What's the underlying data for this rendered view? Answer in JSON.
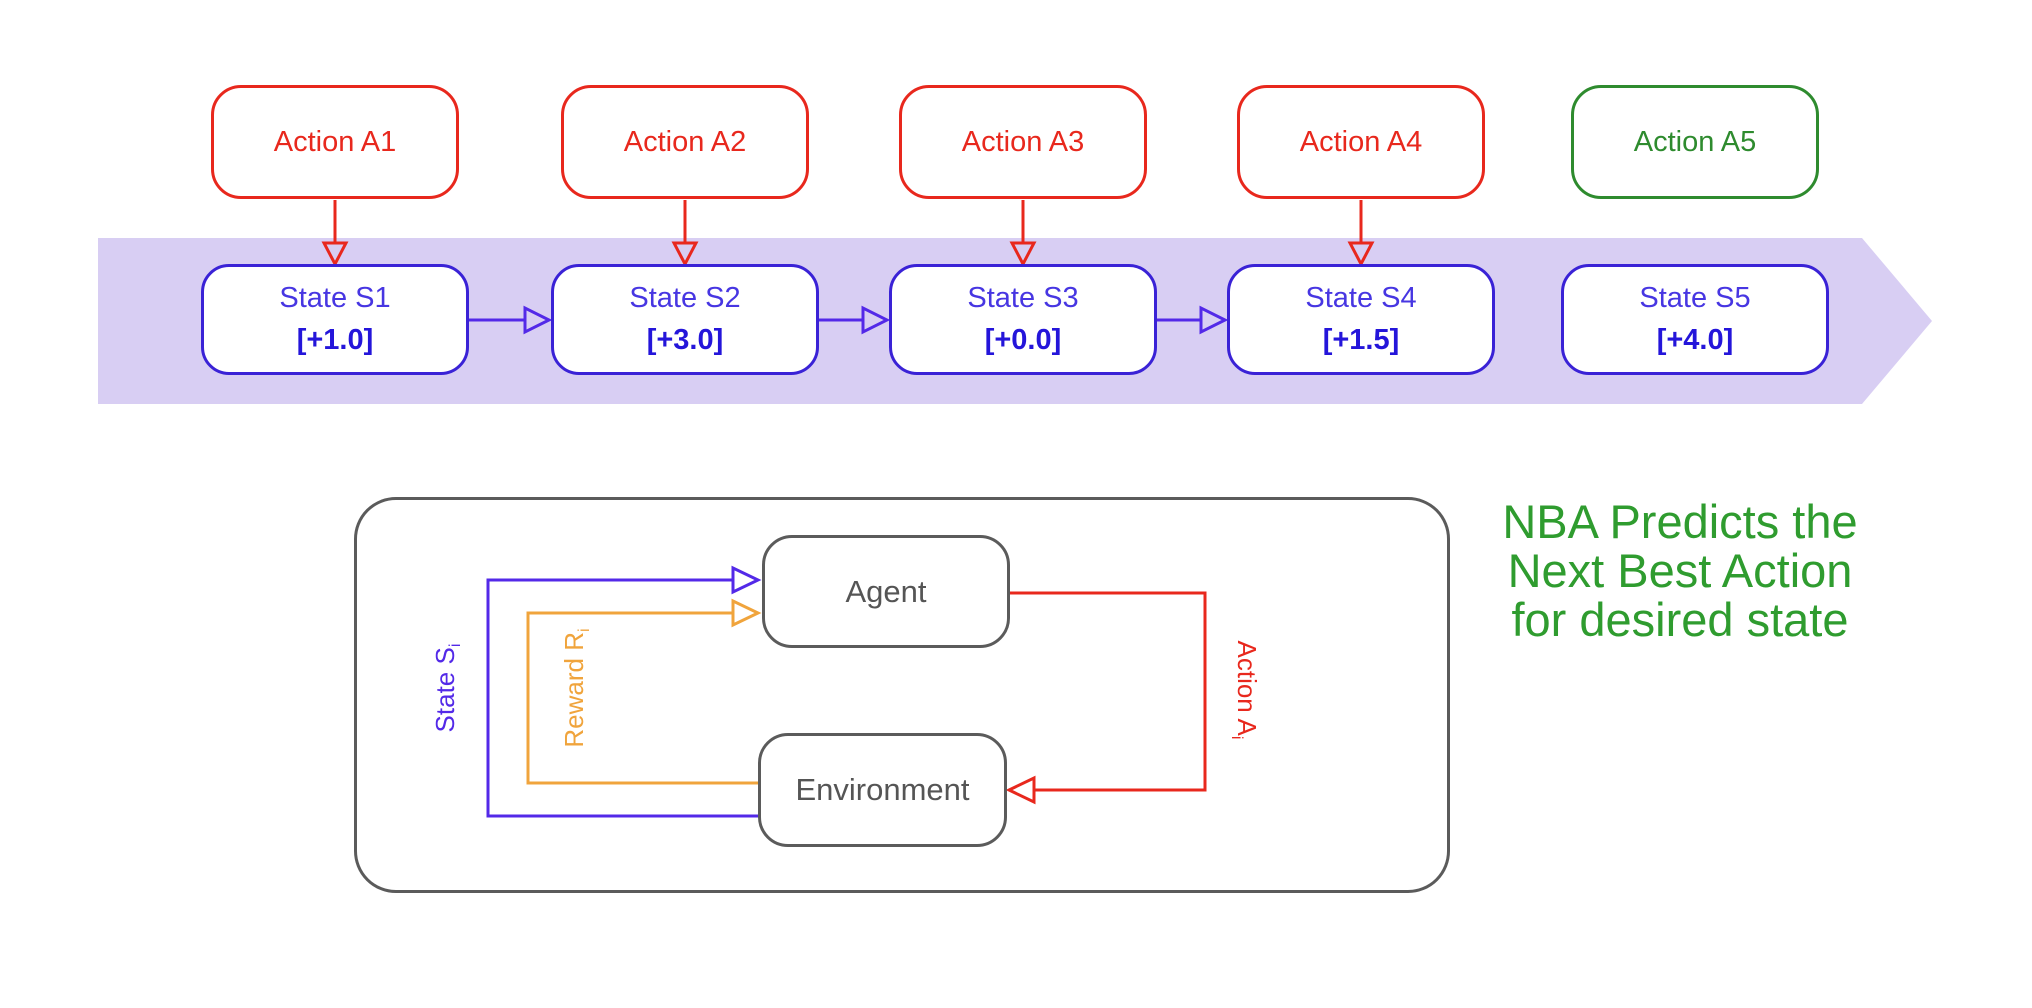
{
  "colors": {
    "band_fill": "#d8cef3",
    "state_border_blue": "#3a22d6",
    "state_title_blue": "#4736e2",
    "state_value_blue": "#2415da",
    "loop_state_blue": "#5329e8",
    "action_red": "#e8281d",
    "reward_orange": "#f0a43c",
    "action_green": "#2e8b2e",
    "annotation_green": "#2f9c2f",
    "box_gray": "#5b5b5b"
  },
  "timeline": {
    "actions": [
      {
        "label": "Action A1"
      },
      {
        "label": "Action A2"
      },
      {
        "label": "Action A3"
      },
      {
        "label": "Action A4"
      },
      {
        "label": "Action A5"
      }
    ],
    "states": [
      {
        "title": "State S1",
        "reward": "[+1.0]"
      },
      {
        "title": "State S2",
        "reward": "[+3.0]"
      },
      {
        "title": "State S3",
        "reward": "[+0.0]"
      },
      {
        "title": "State S4",
        "reward": "[+1.5]"
      },
      {
        "title": "State S5",
        "reward": "[+4.0]"
      }
    ]
  },
  "loop": {
    "agent": "Agent",
    "environment": "Environment",
    "state_label": "State S",
    "state_sub": "i",
    "reward_label": "Reward R",
    "reward_sub": "i",
    "action_label": "Action A",
    "action_sub": "i"
  },
  "annotation": {
    "line1": "NBA Predicts the",
    "line2": "Next Best Action",
    "line3": "for desired state"
  }
}
